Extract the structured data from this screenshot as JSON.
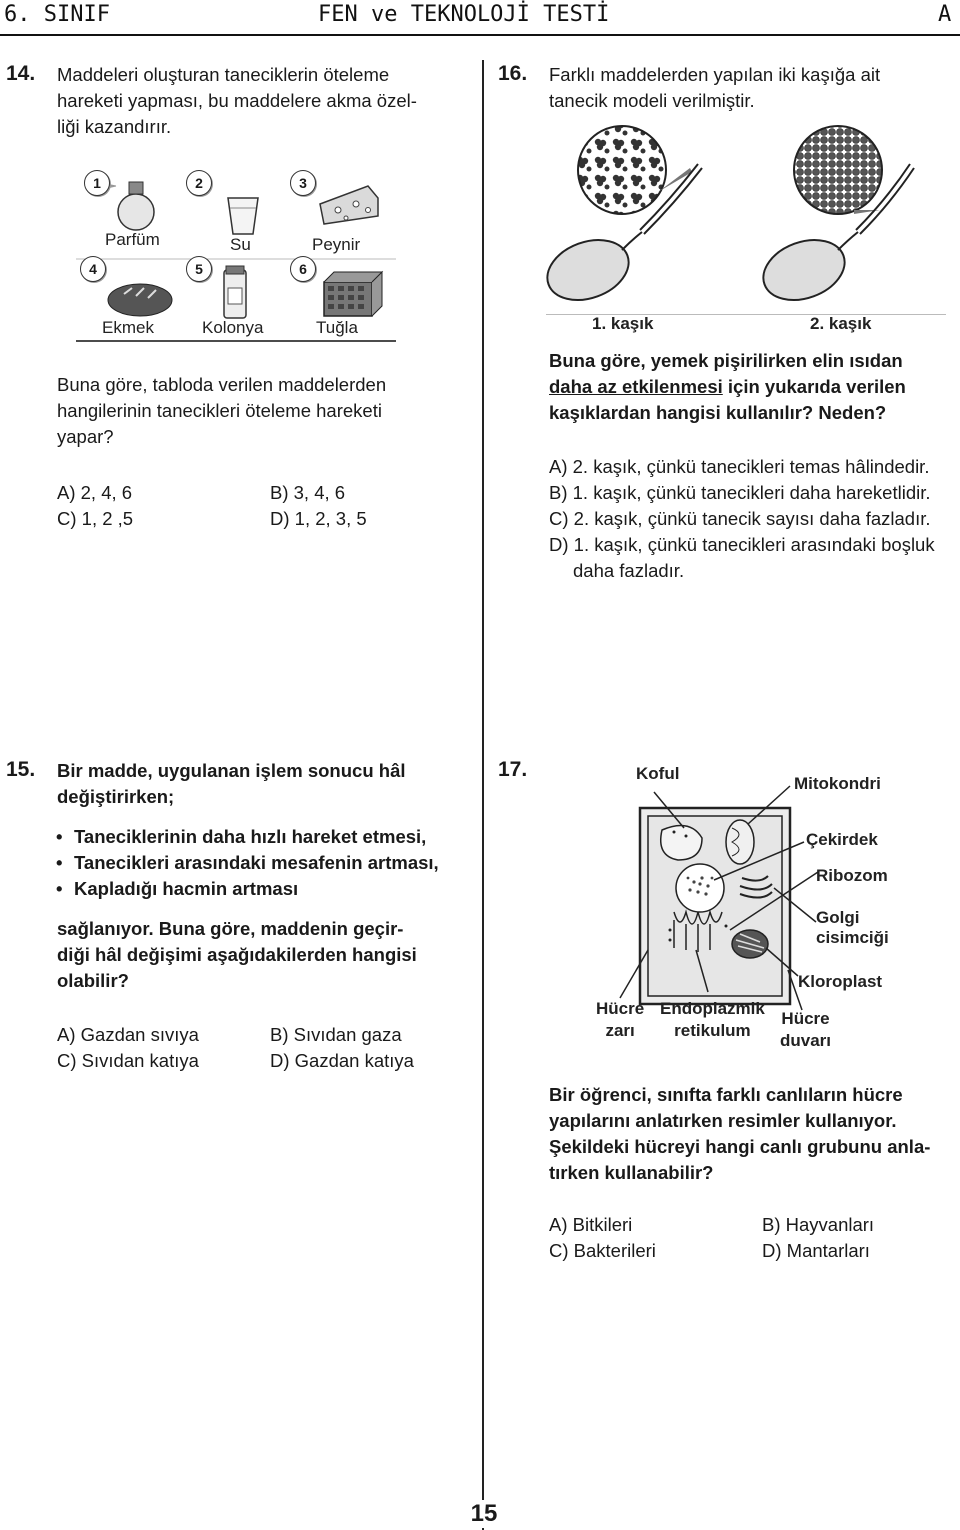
{
  "header": {
    "left": "6. SINIF",
    "center": "FEN ve TEKNOLOJİ TESTİ",
    "right": "A"
  },
  "q14": {
    "number": "14.",
    "intro": [
      "Maddeleri oluşturan taneciklerin öteleme",
      "hareketi yapması, bu maddelere akma özel-",
      "liği kazandırır."
    ],
    "items": [
      {
        "num": "1",
        "label": "Parfüm"
      },
      {
        "num": "2",
        "label": "Su"
      },
      {
        "num": "3",
        "label": "Peynir"
      },
      {
        "num": "4",
        "label": "Ekmek"
      },
      {
        "num": "5",
        "label": "Kolonya"
      },
      {
        "num": "6",
        "label": "Tuğla"
      }
    ],
    "question": [
      "Buna göre, tabloda verilen maddelerden",
      "hangilerinin tanecikleri öteleme hareketi",
      "yapar?"
    ],
    "options": [
      "A) 2, 4, 6",
      "B) 3, 4, 6",
      "C) 1, 2 ,5",
      "D) 1, 2, 3, 5"
    ]
  },
  "q15": {
    "number": "15.",
    "intro": [
      "Bir madde, uygulanan işlem sonucu hâl",
      "değiştirirken;"
    ],
    "bullets": [
      "Taneciklerinin daha hızlı hareket etmesi,",
      "Tanecikleri arasındaki mesafenin artması,",
      "Kapladığı hacmin artması"
    ],
    "question": [
      "sağlanıyor. Buna göre, maddenin geçir-",
      "diği hâl değişimi aşağıdakilerden hangisi",
      "olabilir?"
    ],
    "options": [
      "A) Gazdan sıvıya",
      "B) Sıvıdan gaza",
      "C) Sıvıdan katıya",
      "D) Gazdan katıya"
    ]
  },
  "q16": {
    "number": "16.",
    "intro": [
      "Farklı maddelerden yapılan iki kaşığa ait",
      "tanecik modeli verilmiştir."
    ],
    "spoon1": "1. kaşık",
    "spoon2": "2. kaşık",
    "question_line1": "Buna göre, yemek pişirilirken elin ısıdan",
    "question_underlined": "daha az etkilenmesi",
    "question_line2_rest": " için yukarıda verilen",
    "question_line3": "kaşıklardan hangisi kullanılır? Neden?",
    "options": [
      "A) 2. kaşık, çünkü tanecikleri temas hâlindedir.",
      "B) 1. kaşık, çünkü tanecikleri daha hareketlidir.",
      "C) 2. kaşık, çünkü tanecik sayısı daha fazladır.",
      "D) 1. kaşık, çünkü tanecikleri arasındaki boşluk",
      "daha fazladır."
    ]
  },
  "q17": {
    "number": "17.",
    "labels": {
      "koful": "Koful",
      "mitokondri": "Mitokondri",
      "cekirdek": "Çekirdek",
      "ribozom": "Ribozom",
      "golgi1": "Golgi",
      "golgi2": "cisimciği",
      "kloroplast": "Kloroplast",
      "hucre_zari1": "Hücre",
      "hucre_zari2": "zarı",
      "er1": "Endoplazmik",
      "er2": "retikulum",
      "hucre_duvari1": "Hücre",
      "hucre_duvari2": "duvarı"
    },
    "question": [
      "Bir öğrenci, sınıfta farklı canlıların hücre",
      "yapılarını anlatırken resimler kullanıyor.",
      "Şekildeki hücreyi hangi canlı grubunu anla-",
      "tırken kullanabilir?"
    ],
    "options": [
      "A) Bitkileri",
      "B) Hayvanları",
      "C) Bakterileri",
      "D) Mantarları"
    ]
  },
  "footer": {
    "page": "15"
  }
}
